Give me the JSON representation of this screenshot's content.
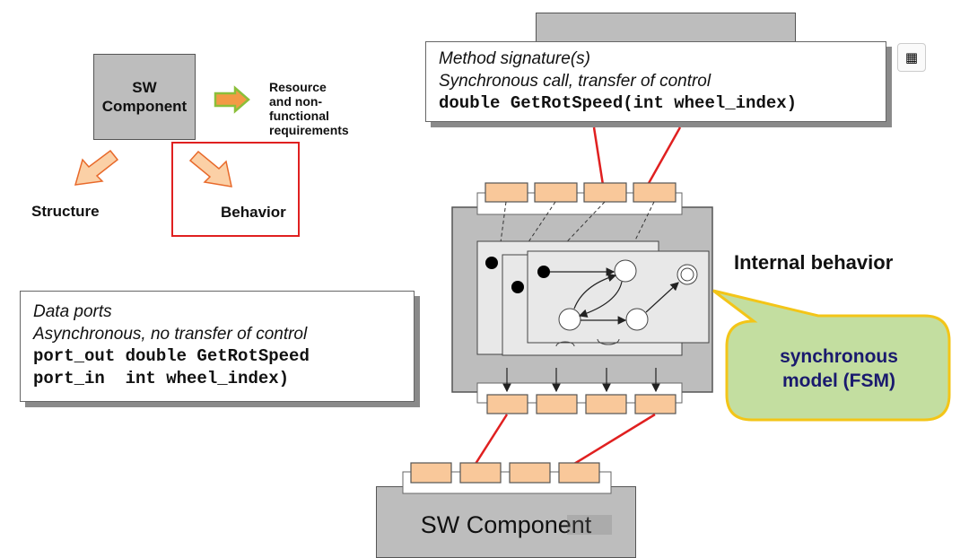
{
  "left_panel": {
    "sw_component_label": "SW\nComponent",
    "resource_label": "Resource\nand non-\nfunctional\nrequirements",
    "structure_label": "Structure",
    "behavior_label": "Behavior"
  },
  "method_box": {
    "line1": "Method signature(s)",
    "line2": "Synchronous call, transfer of control",
    "line3": "double GetRotSpeed(int wheel_index)"
  },
  "data_ports_box": {
    "line1": "Data ports",
    "line2": "Asynchronous, no transfer of control",
    "line3": "port_out double GetRotSpeed",
    "line4": "port_in  int wheel_index)"
  },
  "internal_behavior_label": "Internal behavior",
  "fsm_bubble_label": "synchronous\nmodel (FSM)",
  "bottom_component_label": "SW Component",
  "toolbar_icon": "table-icon",
  "colors": {
    "port_fill": "#f9c89a",
    "red_line": "#e02020",
    "bubble_fill": "#c3dea0",
    "bubble_border": "#f3c518",
    "fsm_title": "#1a1a6e",
    "component_gray": "#bdbdbd"
  }
}
